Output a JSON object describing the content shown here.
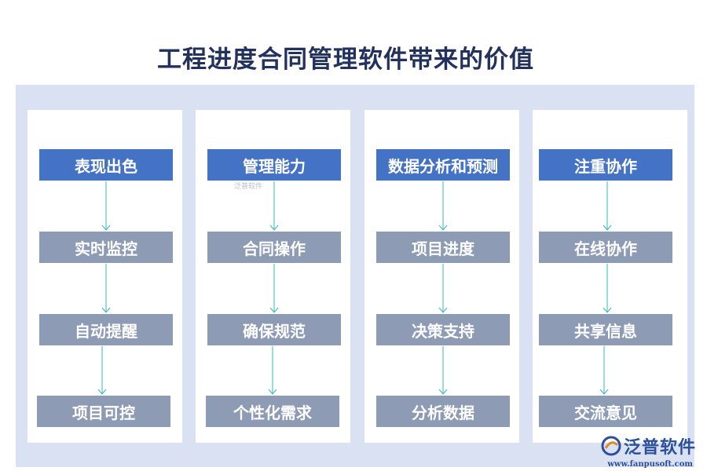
{
  "title": "工程进度合同管理软件带来的价值",
  "columns": [
    {
      "header": "表现出色",
      "items": [
        "实时监控",
        "自动提醒",
        "项目可控"
      ]
    },
    {
      "header": "管理能力",
      "items": [
        "合同操作",
        "确保规范",
        "个性化需求"
      ]
    },
    {
      "header": "数据分析和预测",
      "items": [
        "项目进度",
        "决策支持",
        "分析数据"
      ]
    },
    {
      "header": "注重协作",
      "items": [
        "在线协作",
        "共享信息",
        "交流意见"
      ]
    }
  ],
  "watermark": {
    "center_text": "泛普软件",
    "logo_text": "泛普软件",
    "url": "www.fanpusoft.com"
  },
  "colors": {
    "header": "#4472c4",
    "item": "#8e9bb4",
    "panel": "#d9e1f3",
    "arrow": "#35b8bb",
    "title": "#23325c"
  }
}
